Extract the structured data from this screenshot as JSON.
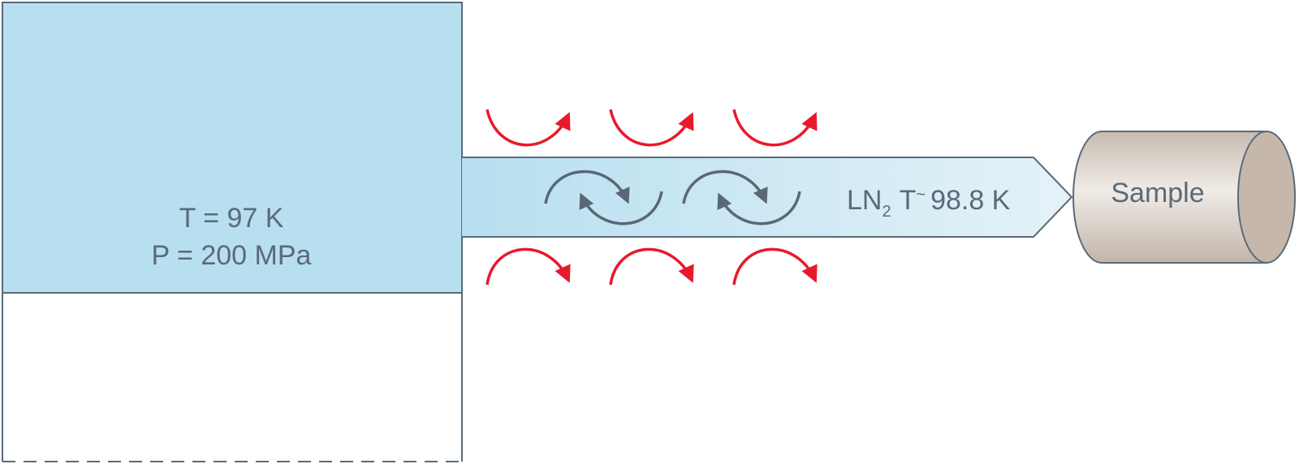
{
  "vessel": {
    "temperature": "T = 97 K",
    "pressure": "P = 200 MPa"
  },
  "tube": {
    "fluid_main": "LN",
    "fluid_subscript": "2",
    "temp_symbol": "T",
    "temp_approx": "~",
    "temp_value": "98.8 K"
  },
  "sample": {
    "label": "Sample"
  },
  "colors": {
    "vessel_fill": "#b7dff0",
    "tube_gradient_start": "#b7dff0",
    "tube_gradient_end": "#e5f2f8",
    "outline": "#5a6a78",
    "heat_arrow": "#e8192c",
    "flow_arrow": "#586874",
    "sample_body": "#cfc4b8",
    "sample_face": "#c5b8ab"
  },
  "icons": {
    "heat_flow": "red-curved-arrow-icon",
    "internal_circulation": "gray-circular-arrows-icon"
  }
}
